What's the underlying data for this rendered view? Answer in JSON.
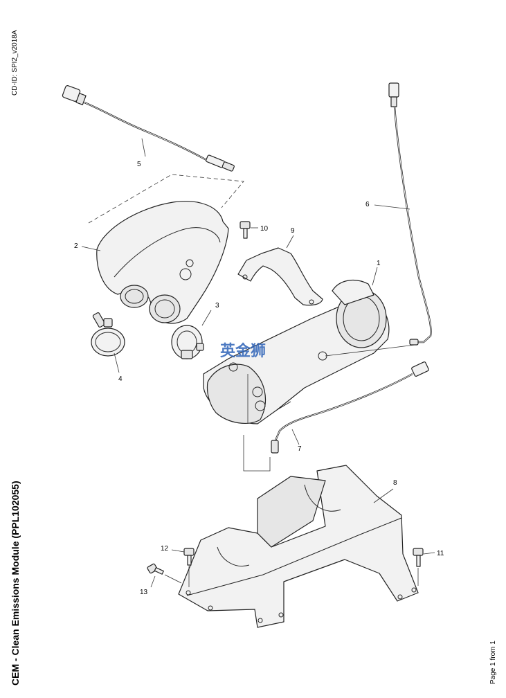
{
  "header": {
    "cd_id": "CD-ID: SPI2_v2018A"
  },
  "title": "CEM - Clean Emissions Module (PPL102055)",
  "footer": {
    "page": "Page 1 from 1"
  },
  "watermark": "英金狮",
  "callouts": {
    "c1": "1",
    "c2": "2",
    "c3": "3",
    "c4": "4",
    "c5": "5",
    "c6": "6",
    "c7": "7",
    "c8": "8",
    "c9": "9",
    "c10": "10",
    "c11": "11",
    "c12": "12",
    "c13": "13"
  },
  "colors": {
    "watermark": "#2e63b8",
    "line": "#222222",
    "fill": "#f2f2f2"
  }
}
